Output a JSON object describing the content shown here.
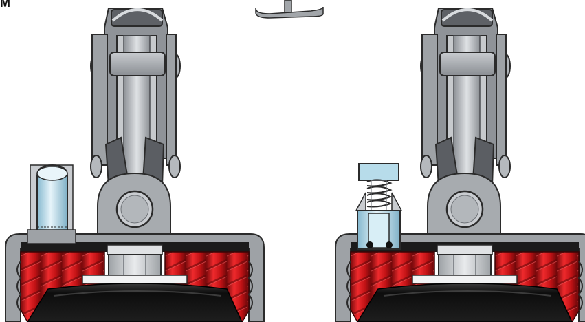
{
  "figure": {
    "corner_label": "M"
  },
  "palette": {
    "steel_light": "#d6d9dc",
    "steel_mid": "#a9adb1",
    "steel_dark": "#6f7378",
    "outline": "#2b2b2b",
    "seal_red": "#e0191c",
    "seal_red_dark": "#8e0d0f",
    "rubber_black": "#161616",
    "pin_blue": "#bfe0ee",
    "pin_blue_dark": "#7fb3c9",
    "spring_grey": "#cfd3d6"
  },
  "assemblies": [
    {
      "id": "left",
      "insert": "solid-pin"
    },
    {
      "id": "right",
      "insert": "spring-plunger"
    }
  ]
}
